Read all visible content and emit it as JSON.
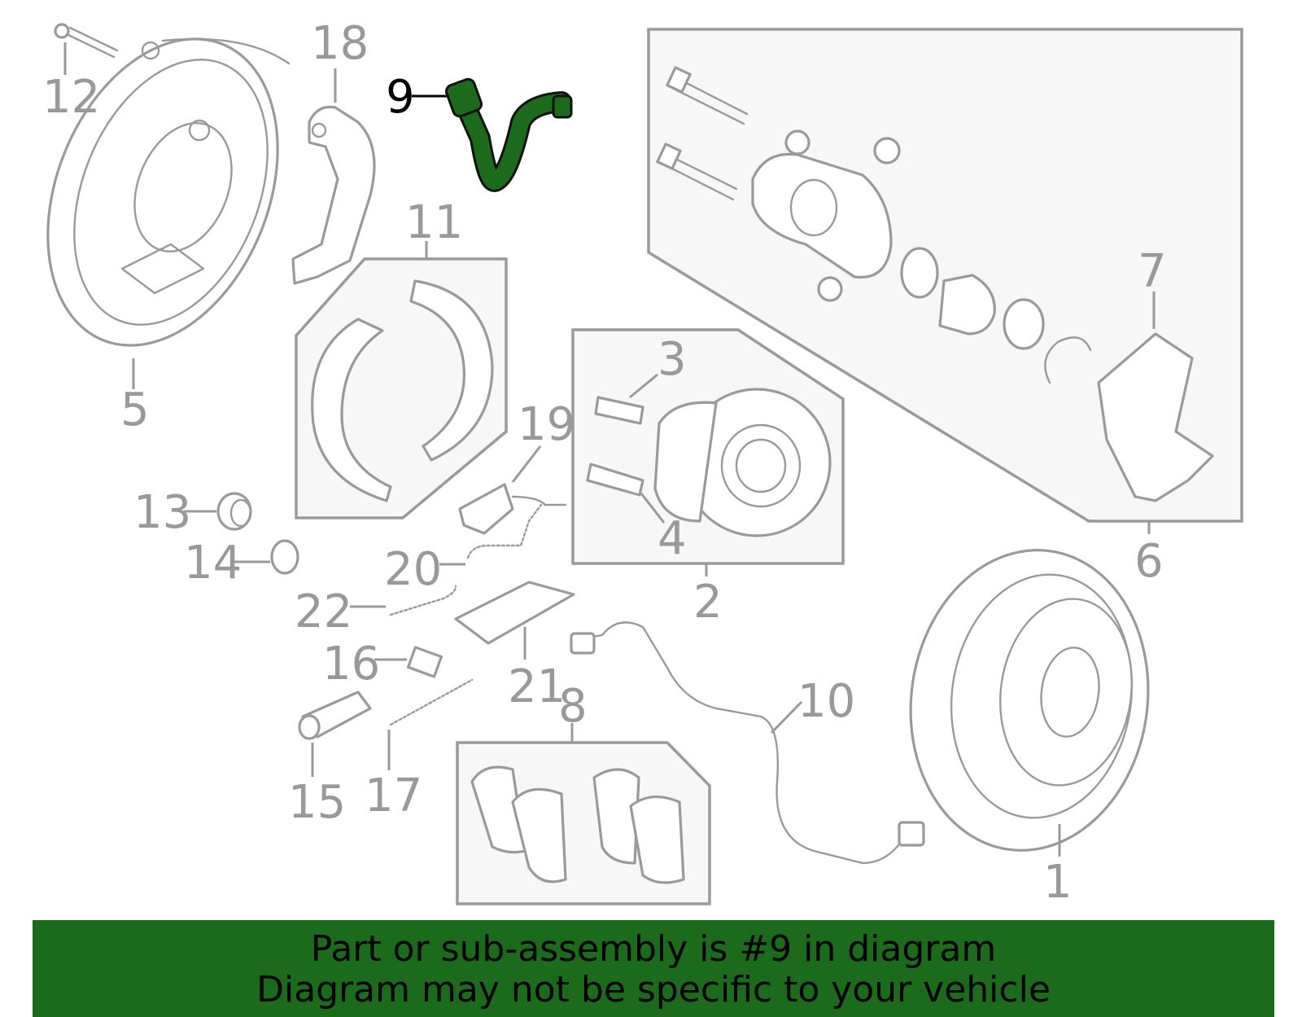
{
  "diagram": {
    "highlight_color": "#1c6b1c",
    "line_color": "#9a9a9a",
    "callouts": [
      {
        "id": "1",
        "label": "1"
      },
      {
        "id": "2",
        "label": "2"
      },
      {
        "id": "3",
        "label": "3"
      },
      {
        "id": "4",
        "label": "4"
      },
      {
        "id": "5",
        "label": "5"
      },
      {
        "id": "6",
        "label": "6"
      },
      {
        "id": "7",
        "label": "7"
      },
      {
        "id": "8",
        "label": "8"
      },
      {
        "id": "9",
        "label": "9",
        "highlighted": true
      },
      {
        "id": "10",
        "label": "10"
      },
      {
        "id": "11",
        "label": "11"
      },
      {
        "id": "12",
        "label": "12"
      },
      {
        "id": "13",
        "label": "13"
      },
      {
        "id": "14",
        "label": "14"
      },
      {
        "id": "15",
        "label": "15"
      },
      {
        "id": "16",
        "label": "16"
      },
      {
        "id": "17",
        "label": "17"
      },
      {
        "id": "18",
        "label": "18"
      },
      {
        "id": "19",
        "label": "19"
      },
      {
        "id": "20",
        "label": "20"
      },
      {
        "id": "21",
        "label": "21"
      },
      {
        "id": "22",
        "label": "22"
      }
    ]
  },
  "banner": {
    "line1": "Part or sub-assembly is #9 in diagram",
    "line2": "Diagram may not be specific to your vehicle"
  }
}
